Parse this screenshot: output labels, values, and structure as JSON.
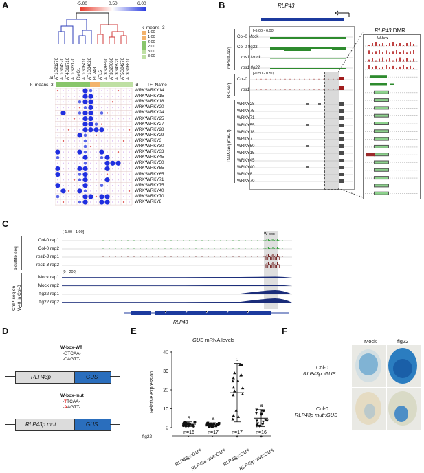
{
  "panels": {
    "A": "A",
    "B": "B",
    "C": "C",
    "D": "D",
    "E": "E",
    "F": "F"
  },
  "panelA": {
    "scale_min": "-5.00",
    "scale_mid": "0.50",
    "scale_max": "6.00",
    "kmeans_legend_title": "k_means_3",
    "kmeans_legend_items": [
      "1.00",
      "1.00",
      "2.00",
      "2.00",
      "3.00",
      "3.00"
    ],
    "row_id_label": "id",
    "row_kmeans_label": "k_means_3",
    "column_ids": [
      "AT1G21270",
      "AT1G14370",
      "AT4G19710",
      "AT1G23170",
      "RMG1",
      "AT1G06410",
      "AT1G34020",
      "RLP43",
      "ATL5",
      "AT3G26590",
      "AT3G27060",
      "AT3G43920",
      "AT5G04270",
      "AT3G16810"
    ],
    "tf_header_id": "id",
    "tf_header_name": "TF_Name",
    "tf_family": "WRKY",
    "tf_names": [
      "WRKY14",
      "WRKY15",
      "WRKY18",
      "WRKY20",
      "WRKY24",
      "WRKY25",
      "WRKY27",
      "WRKY28",
      "WRKY29",
      "WRKY3",
      "WRKY30",
      "WRKY33",
      "WRKY45",
      "WRKY50",
      "WRKY55",
      "WRKY65",
      "WRKY71",
      "WRKY75",
      "WRKY40",
      "WRKY70",
      "WRKY8"
    ]
  },
  "panelB": {
    "gene_title": "RLP43",
    "mrna_label": "mRNA-seq",
    "bs_label": "BS-seq",
    "dap_label": "DAP-seq (Col-0)",
    "range_mrna": "[-6.00 - 6.00]",
    "range_bs": "[-0.50 - 0.50]",
    "mrna_tracks": [
      "Col-0 Mock",
      "Col 0 flg22",
      "ros1 Mock",
      "ros1 flg22"
    ],
    "bs_tracks": [
      "Col-0",
      "ros1"
    ],
    "dap_tracks": [
      "WRKY28",
      "WRKY75",
      "WRKY71",
      "WRKY55",
      "WRKY18",
      "WRKY7",
      "WRKY50",
      "WRKY15",
      "WRKY45",
      "WRKY40",
      "WRKY8",
      "WRKY70"
    ],
    "zoom_title_gene": "RLP43",
    "zoom_title_rest": " DMR",
    "zoom_wbox": "W-box"
  },
  "panelC": {
    "bs_label": "bisulfite-seq",
    "chip_label_1": "ChIP-seq on",
    "chip_label_2": "W40 in Col-0",
    "range_bs": "[-1.00 - 1.00]",
    "range_chip": "[0 - 200]",
    "wbox": "W-box",
    "tracks_bs": [
      "Col-0 rep1",
      "Col-0 rep2",
      "ros1-3 rep1",
      "ros1-3 rep2"
    ],
    "tracks_chip": [
      "Mock rep1",
      "Mock rep2",
      "flg22 rep1",
      "flg22 rep2"
    ],
    "gene": "RLP43"
  },
  "panelD": {
    "wt_title": "W-box-WT",
    "wt_seq1": "-GTCAA-",
    "wt_seq2": "-CAGTT-",
    "mut_title": "W-box-mut",
    "mut_seq1_red": "T",
    "mut_seq1_rest": "TCAA-",
    "mut_seq2_red": "A",
    "mut_seq2_rest": "AGTT-",
    "promoter_wt": "RLP43p",
    "promoter_mut": "RLP43p mut",
    "reporter": "GUS"
  },
  "panelE": {
    "title_gene": "GUS",
    "title_rest": " mRNA levels",
    "ylabel": "Relative expression",
    "yticks": [
      "0",
      "10",
      "20",
      "30",
      "40"
    ],
    "groups": [
      {
        "letter": "a",
        "n": "n=16",
        "flg22": "-",
        "label": "RLP43p::GUS",
        "mean": 1.8,
        "sd": 1.2
      },
      {
        "letter": "a",
        "n": "n=17",
        "flg22": "-",
        "label": "RLP43p mut::GUS",
        "mean": 1.5,
        "sd": 1.0
      },
      {
        "letter": "b",
        "n": "n=17",
        "flg22": "+",
        "label": "RLP43p::GUS",
        "mean": 18.5,
        "sd": 15.5
      },
      {
        "letter": "a",
        "n": "n=16",
        "flg22": "+",
        "label": "RLP43p mut::GUS",
        "mean": 5.0,
        "sd": 4.5
      }
    ],
    "flg22_label": "flg22"
  },
  "panelF": {
    "col_mock": "Mock",
    "col_flg22": "flg22",
    "row1_line1": "Col-0",
    "row1_line2": "RLP43p::GUS",
    "row2_line1": "Col-0",
    "row2_line2": "RLP43p mut::GUS"
  }
}
